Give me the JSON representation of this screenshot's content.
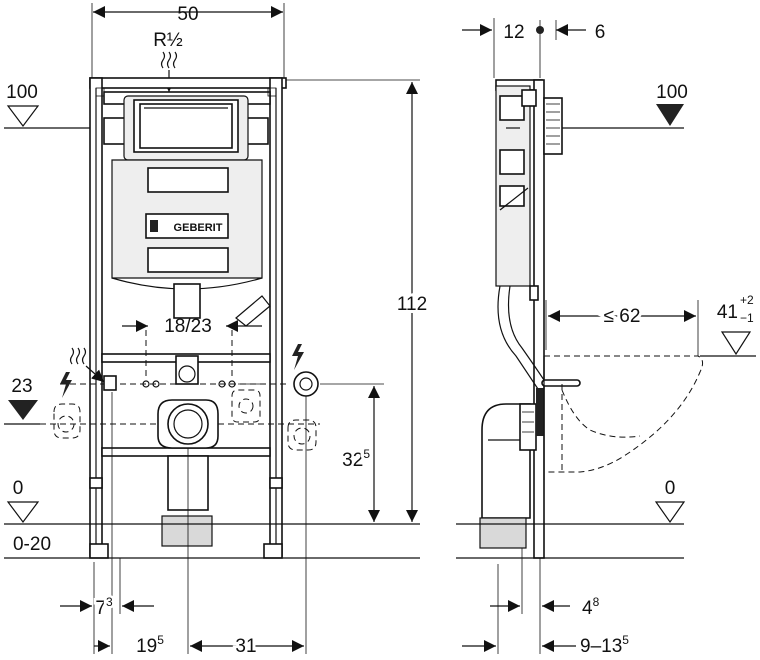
{
  "front": {
    "width": "50",
    "thread": "R½",
    "brand": "GEBERIT",
    "level_100": "100",
    "level_23": "23",
    "level_0": "0",
    "level_range": "0-20",
    "pipe_dim": "18/23",
    "height_total": "112",
    "height_outlet_base": "32",
    "height_outlet_sup": "5",
    "offset_a_base": "7",
    "offset_a_sup": "3",
    "offset_b_base": "19",
    "offset_b_sup": "5",
    "offset_c": "31"
  },
  "side": {
    "dim_12": "12",
    "dim_6": "6",
    "level_100": "100",
    "level_0": "0",
    "depth_max": "≤ 62",
    "height_41": "41",
    "tol_plus": "+2",
    "tol_minus": "−1",
    "wall_base": "4",
    "wall_sup": "8",
    "range_base": "9–13",
    "range_sup": "5"
  },
  "colors": {
    "line": "#111111",
    "fill": "#d9d9d9"
  }
}
